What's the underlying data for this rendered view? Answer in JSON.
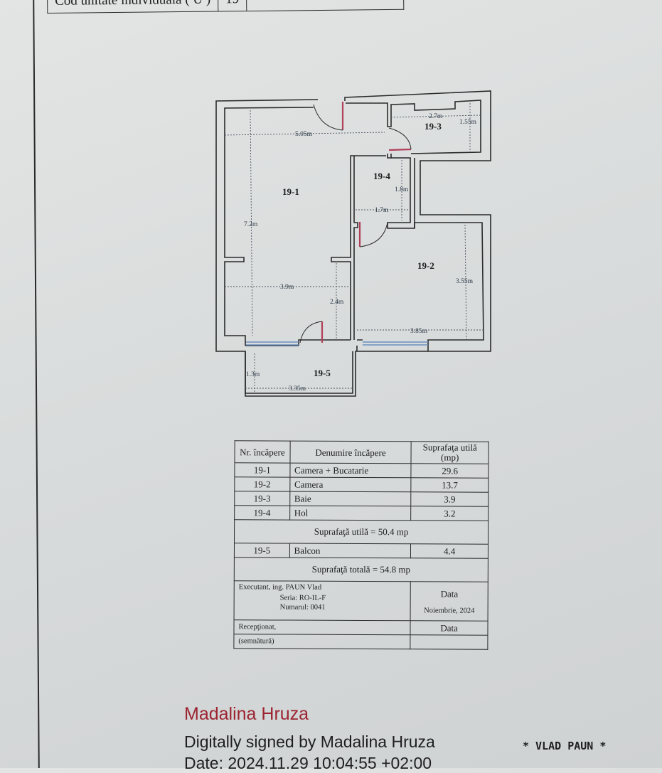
{
  "header": {
    "label": "Cod unitate individuala ( U )",
    "value": "19"
  },
  "plan": {
    "rooms": [
      {
        "id": "19-1",
        "dims": [
          "5.05m",
          "7.2m",
          "3.9m",
          "2.4m"
        ]
      },
      {
        "id": "19-2",
        "dims": [
          "3.55m",
          "3.85m"
        ]
      },
      {
        "id": "19-3",
        "dims": [
          "2.7m",
          "1.55m"
        ]
      },
      {
        "id": "19-4",
        "dims": [
          "1.8m",
          "1.7m"
        ]
      },
      {
        "id": "19-5",
        "dims": [
          "1.3m",
          "3.35m"
        ]
      }
    ],
    "wall_color": "#2a2a2a",
    "door_color": "#b0405a",
    "window_color": "#6a8fc0"
  },
  "table": {
    "headers": [
      "Nr. încăpere",
      "Denumire încăpere",
      "Suprafaţa utilă (mp)"
    ],
    "rows": [
      {
        "nr": "19-1",
        "name": "Camera + Bucatarie",
        "area": "29.6"
      },
      {
        "nr": "19-2",
        "name": "Camera",
        "area": "13.7"
      },
      {
        "nr": "19-3",
        "name": "Baie",
        "area": "3.9"
      },
      {
        "nr": "19-4",
        "name": "Hol",
        "area": "3.2"
      }
    ],
    "subtotal": "Suprafaţă utilă = 50.4 mp",
    "balcony": {
      "nr": "19-5",
      "name": "Balcon",
      "area": "4.4"
    },
    "total": "Suprafaţă totală = 54.8 mp",
    "executant": "Executant, ing. PAUN Vlad",
    "seria": "Seria: RO-IL-F",
    "numarul": "Numarul: 0041",
    "data_label": "Data",
    "data_value": "Noiembrie, 2024",
    "receptionat": "Recepţionat,",
    "semnatura": "(semnătură)",
    "data_label2": "Data"
  },
  "signature": {
    "name": "Madalina Hruza",
    "line2": "Digitally signed by Madalina Hruza",
    "line3": "Date: 2024.11.29 10:04:55 +02:00"
  },
  "stamp": "* VLAD PAUN *"
}
